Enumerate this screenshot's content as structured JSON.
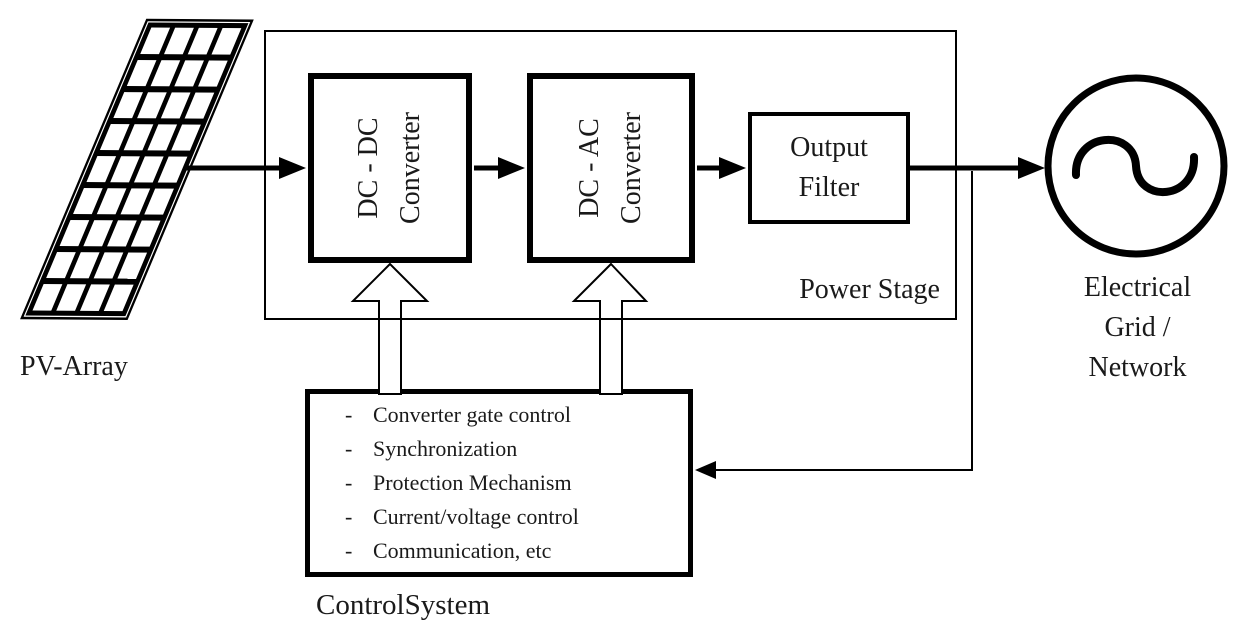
{
  "pv_array": {
    "label": "PV-Array"
  },
  "power_stage": {
    "label": "Power Stage"
  },
  "blocks": {
    "dc_dc_converter": {
      "line1": "DC - DC",
      "line2": "Converter"
    },
    "dc_ac_converter": {
      "line1": "DC - AC",
      "line2": "Converter"
    },
    "output_filter": {
      "line1": "Output",
      "line2": "Filter"
    }
  },
  "control_system": {
    "label": "ControlSystem",
    "bullet": "-",
    "items": [
      "Converter gate control",
      "Synchronization",
      "Protection Mechanism",
      "Current/voltage control",
      "Communication, etc"
    ]
  },
  "electrical_grid": {
    "line1": "Electrical",
    "line2": "Grid /",
    "line3": "Network"
  },
  "colors": {
    "ink": "#000000",
    "text": "#1a1a1a",
    "background": "#ffffff"
  }
}
